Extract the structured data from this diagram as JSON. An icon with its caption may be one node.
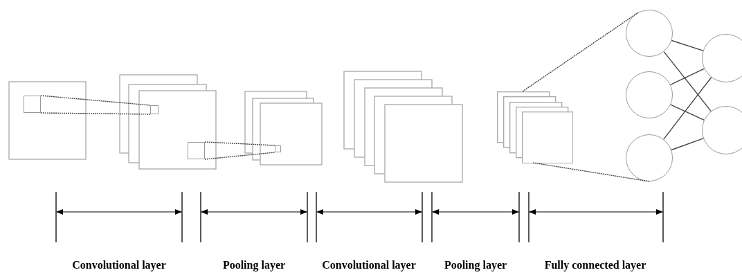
{
  "diagram": {
    "nodes": [
      {
        "text": [],
        "shape": "box"
      },
      {
        "text": [],
        "shape": "box"
      },
      {
        "text": [],
        "shape": "box"
      },
      {
        "text": [],
        "shape": "box"
      },
      {
        "text": [],
        "shape": "box"
      },
      {
        "text": [],
        "shape": "circle"
      },
      {
        "text": [],
        "shape": "circle"
      },
      {
        "text": [],
        "shape": "circle"
      },
      {
        "text": [],
        "shape": "circle"
      },
      {
        "text": [],
        "shape": "circle"
      }
    ],
    "edges": [
      {
        "from": 0,
        "to": 1,
        "arrow": "none",
        "style": "dashed"
      },
      {
        "from": 0,
        "to": 1,
        "arrow": "none",
        "style": "dashed"
      },
      {
        "from": 2,
        "to": 3,
        "arrow": "none",
        "style": "dashed"
      },
      {
        "from": 2,
        "to": 3,
        "arrow": "none",
        "style": "dashed"
      },
      {
        "from": 4,
        "to": 5,
        "arrow": "none",
        "style": "dashed"
      },
      {
        "from": 4,
        "to": 7,
        "arrow": "none",
        "style": "dashed"
      },
      {
        "from": 5,
        "to": 8,
        "arrow": "none"
      },
      {
        "from": 5,
        "to": 9,
        "arrow": "none"
      },
      {
        "from": 6,
        "to": 8,
        "arrow": "none"
      },
      {
        "from": 6,
        "to": 9,
        "arrow": "none"
      },
      {
        "from": 7,
        "to": 8,
        "arrow": "none"
      },
      {
        "from": 7,
        "to": 9,
        "arrow": "none"
      }
    ],
    "labels": [
      "Convolutional layer",
      "Pooling layer",
      "Convolutional layer",
      "Pooling layer",
      "Fully connected layer"
    ]
  }
}
